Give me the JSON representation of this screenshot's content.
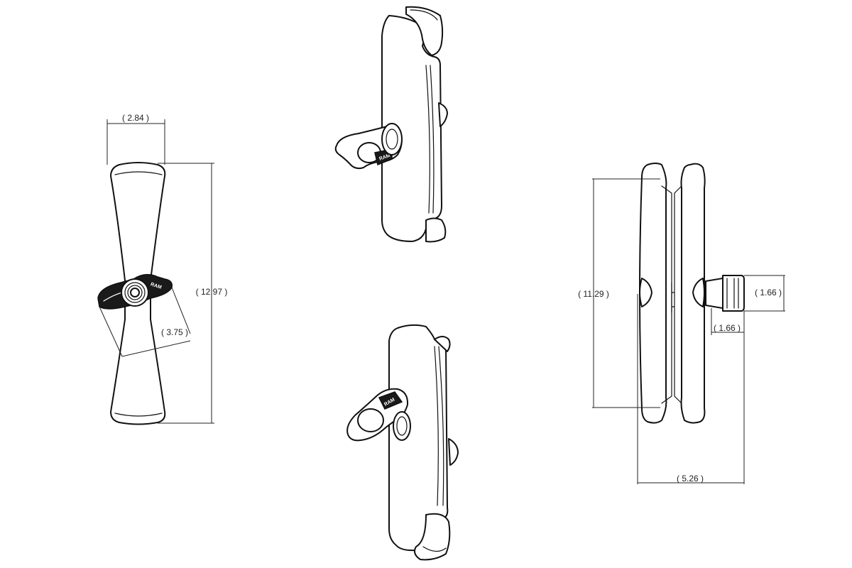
{
  "dimensions": {
    "front_width": "2.84",
    "front_height": "12.97",
    "knob_span": "3.75",
    "side_height": "11.29",
    "side_total_width": "5.26",
    "ball_diameter": "1.66",
    "ball_length": "1.66"
  },
  "logo_text": "RAM",
  "colors": {
    "line": "#111111",
    "background": "#ffffff"
  }
}
